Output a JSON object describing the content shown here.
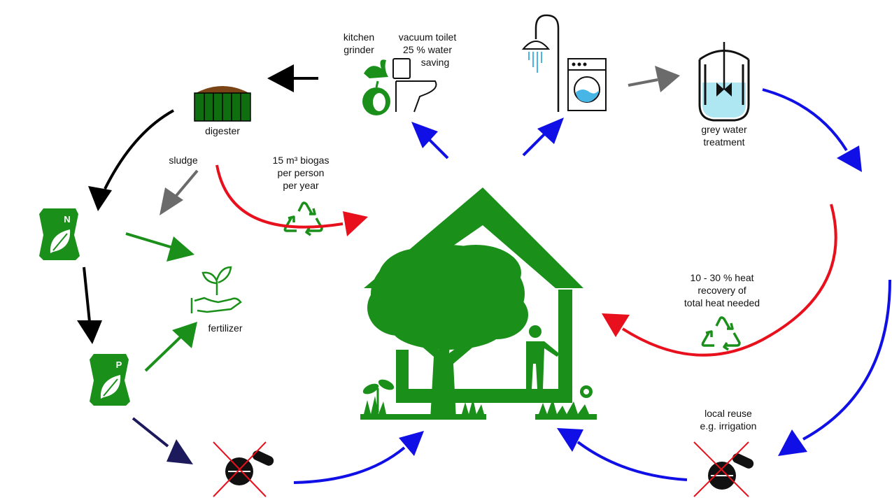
{
  "labels": {
    "kitchen_grinder": [
      "kitchen",
      "grinder"
    ],
    "vacuum_toilet": [
      "vacuum toilet",
      "25 % water",
      "saving"
    ],
    "digester": "digester",
    "sludge": "sludge",
    "biogas": [
      "15 m³ biogas",
      "per person",
      "per year"
    ],
    "grey_water_treatment": [
      "grey water",
      "treatment"
    ],
    "heat_recovery": [
      "10 - 30 % heat",
      "recovery of",
      "total heat needed"
    ],
    "fertilizer": "fertilizer",
    "local_reuse": [
      "local reuse",
      "e.g. irrigation"
    ],
    "bag_n": "N",
    "bag_p": "P"
  },
  "colors": {
    "green": "#1a8f1a",
    "dark_green": "#0f6e0f",
    "black": "#000000",
    "grey": "#6b6b6b",
    "red": "#e8101c",
    "blue": "#1010e6",
    "navy": "#1c1a5c",
    "water_blue": "#47b5e6"
  },
  "icons": [
    "digester-tank-icon",
    "kitchen-grinder-apple-icon",
    "vacuum-toilet-icon",
    "shower-icon",
    "washing-machine-icon",
    "grey-water-reactor-icon",
    "fertilizer-bag-n-icon",
    "fertilizer-bag-p-icon",
    "plant-in-hand-icon",
    "recycle-icon",
    "pill-crossed-icon",
    "house-tree-person-icon"
  ]
}
